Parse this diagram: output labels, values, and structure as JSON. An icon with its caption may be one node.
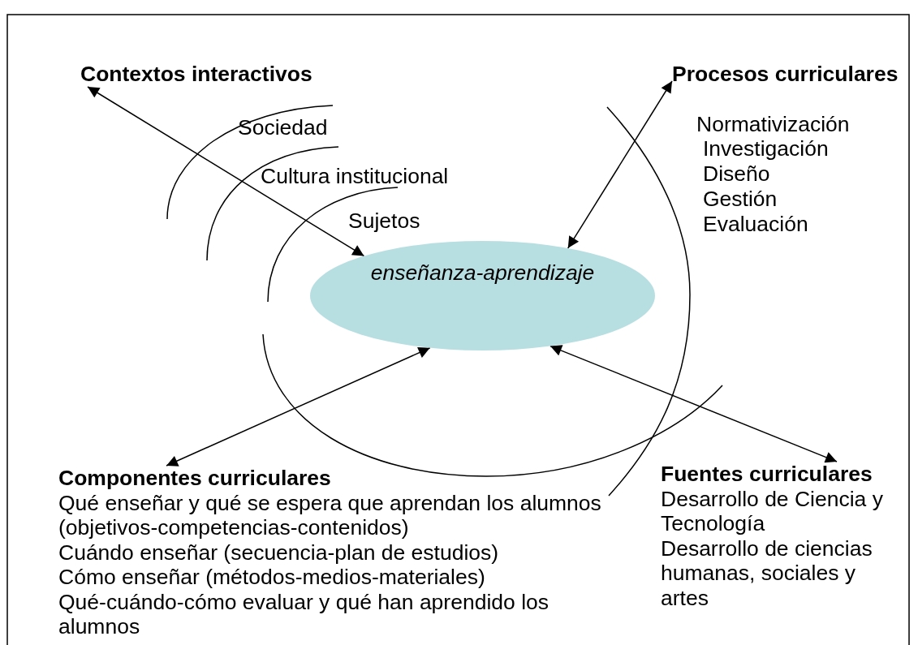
{
  "diagram": {
    "nodes": [
      {
        "text": [
          "enseñanza-aprendizaje"
        ]
      },
      {
        "text": [
          "Contextos interactivos"
        ]
      },
      {
        "text": [
          "Procesos curriculares",
          "Normativización",
          "Investigación",
          "Diseño",
          "Gestión",
          "Evaluación"
        ]
      },
      {
        "text": [
          "Componentes curriculares",
          "Qué enseñar y qué se espera que aprendan los alumnos (objetivos-competencias-contenidos)",
          "Cuándo enseñar (secuencia-plan de estudios)",
          "Cómo enseñar (métodos-medios-materiales)",
          "Qué-cuándo-cómo evaluar y qué han aprendido los alumnos"
        ]
      },
      {
        "text": [
          "Fuentes curriculares",
          "Desarrollo de Ciencia y Tecnología",
          "Desarrollo de ciencias humanas, sociales y artes"
        ]
      }
    ],
    "edges": [
      {
        "from": 1,
        "to": 0,
        "arrow": "both"
      },
      {
        "from": 2,
        "to": 0,
        "arrow": "both"
      },
      {
        "from": 3,
        "to": 0,
        "arrow": "both"
      },
      {
        "from": 4,
        "to": 0,
        "arrow": "both"
      }
    ],
    "labels": [
      "Sociedad",
      "Cultura institucional",
      "Sujetos"
    ]
  }
}
